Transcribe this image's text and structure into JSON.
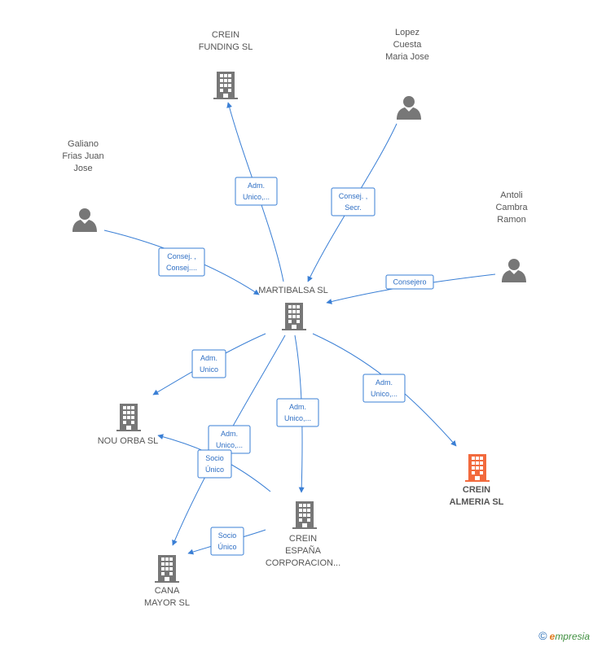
{
  "colors": {
    "edge": "#3a7fd5",
    "company": "#777777",
    "company_highlight": "#f26a3d",
    "person": "#777777"
  },
  "nodes": [
    {
      "id": "crein_funding",
      "type": "company",
      "lines": [
        "CREIN",
        "FUNDING  SL"
      ],
      "icon": "building-icon"
    },
    {
      "id": "lopez",
      "type": "person",
      "lines": [
        "Lopez",
        "Cuesta",
        "Maria Jose"
      ],
      "icon": "person-icon"
    },
    {
      "id": "galiano",
      "type": "person",
      "lines": [
        "Galiano",
        "Frias Juan",
        "Jose"
      ],
      "icon": "person-icon"
    },
    {
      "id": "antoli",
      "type": "person",
      "lines": [
        "Antoli",
        "Cambra",
        "Ramon"
      ],
      "icon": "person-icon"
    },
    {
      "id": "martibalsa",
      "type": "company",
      "lines": [
        "MARTIBALSA SL"
      ],
      "icon": "building-icon"
    },
    {
      "id": "nou_orba",
      "type": "company",
      "lines": [
        "NOU ORBA  SL"
      ],
      "icon": "building-icon"
    },
    {
      "id": "crein_almeria",
      "type": "company",
      "highlight": true,
      "lines": [
        "CREIN",
        "ALMERIA  SL"
      ],
      "icon": "building-icon"
    },
    {
      "id": "crein_espana",
      "type": "company",
      "lines": [
        "CREIN",
        "ESPAÑA",
        "CORPORACION..."
      ],
      "icon": "building-icon"
    },
    {
      "id": "cana_mayor",
      "type": "company",
      "lines": [
        "CANA",
        "MAYOR SL"
      ],
      "icon": "building-icon"
    }
  ],
  "edges": [
    {
      "from": "martibalsa",
      "to": "crein_funding",
      "label": [
        "Adm.",
        "Unico,..."
      ]
    },
    {
      "from": "lopez",
      "to": "martibalsa",
      "label": [
        "Consej. ,",
        "Secr."
      ]
    },
    {
      "from": "galiano",
      "to": "martibalsa",
      "label": [
        "Consej. ,",
        "Consej...."
      ]
    },
    {
      "from": "antoli",
      "to": "martibalsa",
      "label": [
        "Consejero"
      ]
    },
    {
      "from": "martibalsa",
      "to": "nou_orba",
      "label": [
        "Adm.",
        "Unico"
      ]
    },
    {
      "from": "martibalsa",
      "to": "crein_almeria",
      "label": [
        "Adm.",
        "Unico,..."
      ]
    },
    {
      "from": "martibalsa",
      "to": "crein_espana",
      "label": [
        "Adm.",
        "Unico,..."
      ]
    },
    {
      "from": "martibalsa",
      "to": "cana_mayor",
      "label": [
        "Adm.",
        "Unico,..."
      ]
    },
    {
      "from": "crein_espana",
      "to": "nou_orba",
      "label": [
        "Socio",
        "Único"
      ]
    },
    {
      "from": "crein_espana",
      "to": "cana_mayor",
      "label": [
        "Socio",
        "Único"
      ]
    }
  ],
  "copyright": {
    "symbol": "©",
    "brand_initial": "e",
    "brand_rest": "mpresia"
  }
}
